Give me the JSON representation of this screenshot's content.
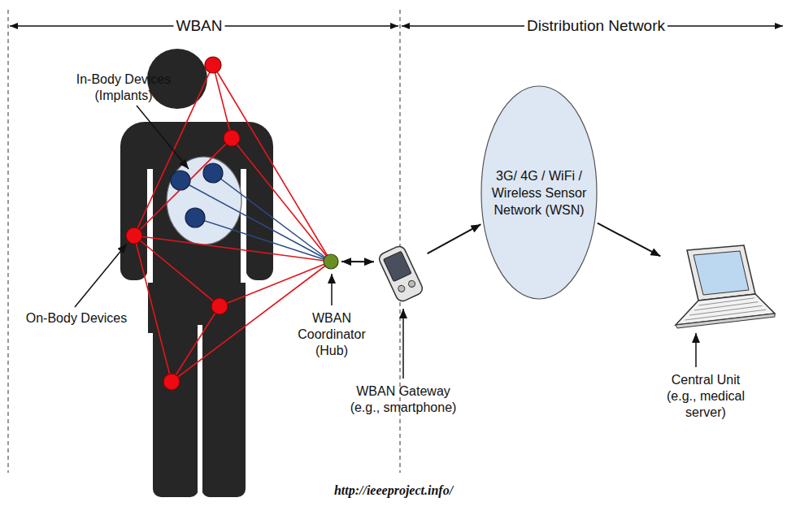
{
  "diagram": {
    "nodes": [
      {
        "text": [
          "WBAN Coordinator (Hub)"
        ]
      },
      {
        "text": [
          "WBAN Gateway (e.g., smartphone)"
        ]
      },
      {
        "text": [
          "3G/ 4G / WiFi / Wireless Sensor Network (WSN)"
        ]
      },
      {
        "text": [
          "Central Unit (e.g., medical server)"
        ]
      }
    ],
    "edges": [
      {
        "from": 0,
        "to": 1,
        "arrow": "both"
      },
      {
        "from": 1,
        "to": 2,
        "arrow": "to"
      },
      {
        "from": 2,
        "to": 3,
        "arrow": "to"
      }
    ],
    "labels": [
      "WBAN",
      "Distribution Network",
      "In-Body Devices (Implants)",
      "On-Body Devices",
      "http://ieeeproject.info/"
    ]
  }
}
